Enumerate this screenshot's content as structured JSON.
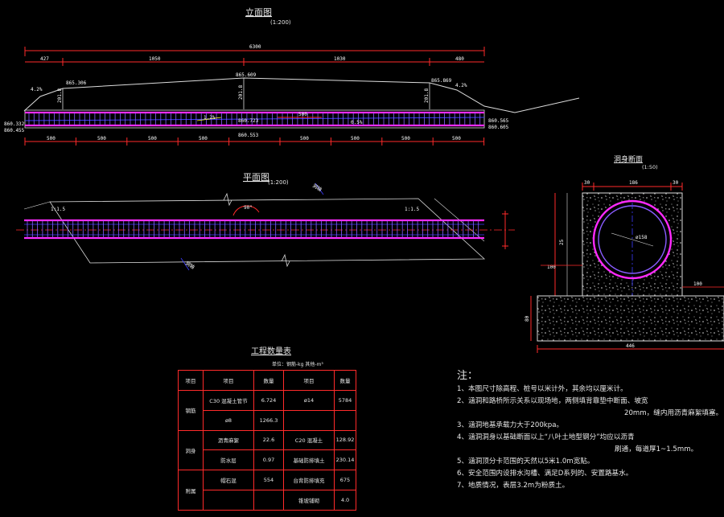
{
  "elevation": {
    "title": "立面图",
    "scale": "(1:200)",
    "total": "6300",
    "segments": [
      "427",
      "1050",
      "1030",
      "480"
    ],
    "elev_left": "865.306",
    "elev_mid": "865.609",
    "elev_right": "865.869",
    "slope_left": "4.2%",
    "slope_right": "4.2%",
    "h_left": "201.8",
    "h_mid": "201.8",
    "h_right": "201.8",
    "inner_label": "1.2%",
    "inner_slope": "0.5%",
    "inner_elev": "860.723",
    "bottom_elev": "860.553",
    "left_elev_a": "860.332",
    "left_elev_b": "860.455",
    "right_elev_a": "860.565",
    "right_elev_b": "860.605",
    "mid_dim": "500",
    "bottom_dims": [
      "500",
      "500",
      "500",
      "500",
      "500",
      "500",
      "500",
      "500"
    ]
  },
  "plan": {
    "title": "平面图",
    "scale": "(1:200)",
    "slope_left": "1:1.5",
    "slope_right": "1:1.5",
    "angle": "90°",
    "flow_label": "洞轴"
  },
  "section": {
    "title": "洞身断面",
    "scale": "(1:50)",
    "top_dims": [
      "30",
      "186",
      "30"
    ],
    "diameter": "ø158",
    "h_dim": "25",
    "left_dim": "100",
    "right_dim": "100",
    "base_h": "80",
    "base_w": "446"
  },
  "quantities": {
    "title": "工程数量表",
    "unit": "单位：钢筋-kg  其他-m³",
    "headers": [
      "项目",
      "项目",
      "数量",
      "项目",
      "数量"
    ],
    "rows": [
      [
        "钢筋",
        "C30 混凝土管节",
        "6.724",
        "ø14",
        "5784"
      ],
      [
        "",
        "ø8",
        "1266.3",
        "",
        ""
      ],
      [
        "洞身",
        "沥青麻絮",
        "22.6",
        "C20 混凝土",
        "128.92"
      ],
      [
        "",
        "防水层",
        "0.97",
        "基础防排填土",
        "230.14"
      ],
      [
        "附属",
        "帽石混",
        "554",
        "台背防排填充",
        "675"
      ],
      [
        "",
        "",
        "",
        "锥坡铺砌",
        "4.0"
      ]
    ]
  },
  "notes": {
    "heading": "注：",
    "lines": [
      "1、本图尺寸除高程、桩号以米计外，其余均以厘米计。",
      "2、涵洞和路桥所示关系以现场地，两侧填背靠垫中断面、坡宽",
      "3、涵洞地基承载力大于200kpa。",
      "4、涵洞洞身以基础断面以上“八叶土地型钢分”均应以沥青",
      "5、涵洞顶分卡范围的天然以5米1.0m宽贴。",
      "6、安全范围内设排水沟槽、满足D系列的、安置路基水。",
      "7、地质情况，表层3.2m为粉质土。"
    ],
    "extra_2": "20mm，缝内用沥青麻絮填塞。",
    "extra_4": "刷通，每道厚1~1.5mm。"
  }
}
